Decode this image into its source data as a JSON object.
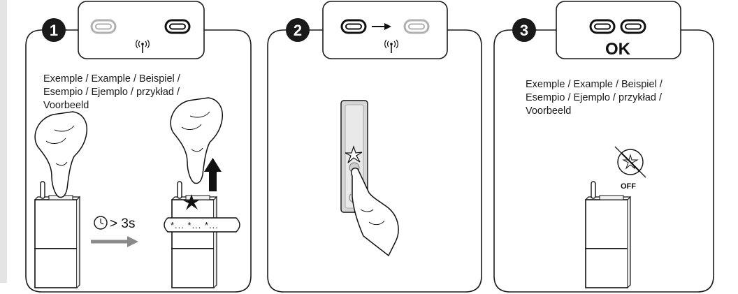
{
  "panel1": {
    "step_number": "1",
    "caption_lines": [
      "Exemple / Example / Beispiel /",
      "Esempio / Ejemplo / przykład /",
      "Voorbeeld"
    ],
    "timer_label": "> 3s",
    "blink_pattern": "*... *... *..."
  },
  "panel2": {
    "step_number": "2"
  },
  "panel3": {
    "step_number": "3",
    "ok_label": "OK",
    "caption_lines": [
      "Exemple / Example / Beispiel /",
      "Esempio / Ejemplo / przykład /",
      "Voorbeeld"
    ],
    "off_label": "OFF"
  },
  "icons": [
    "link-icon",
    "unlink-icon",
    "radio-signal-icon",
    "clock-icon",
    "arrow-up-icon",
    "arrow-right-icon",
    "finger-hand-icon",
    "power-icon",
    "led-flash-icon"
  ],
  "colors": {
    "line": "#1a1a1a",
    "faded": "#b0b0b0",
    "badge": "#1a1a1a",
    "arrow_gray": "#8a8a8a",
    "device_gray": "#d6d6d6"
  }
}
